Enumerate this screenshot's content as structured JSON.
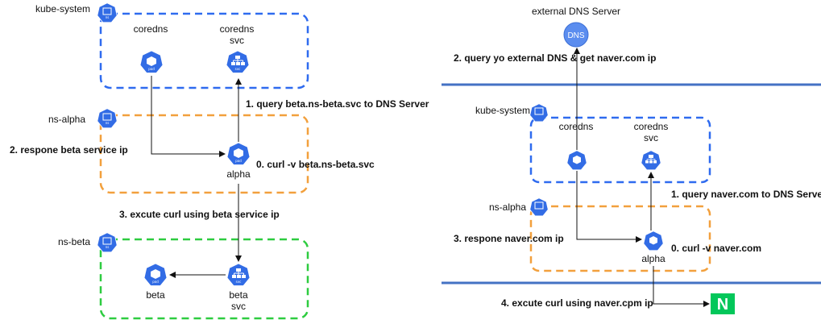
{
  "colors": {
    "k8s_blue": "#326CE5",
    "ns_kube": "#2F6BEF",
    "ns_alpha": "#F2A03D",
    "ns_beta": "#2ECC40",
    "divider": "#4472C4",
    "naver_green": "#03C75A"
  },
  "left": {
    "ns_kube_system": "kube-system",
    "ns_alpha": "ns-alpha",
    "ns_beta": "ns-beta",
    "coredns_label": "coredns",
    "coredns_svc_label_1": "coredns",
    "coredns_svc_label_2": "svc",
    "alpha_label": "alpha",
    "beta_label": "beta",
    "beta_svc_label_1": "beta",
    "beta_svc_label_2": "svc",
    "step1": "1. query beta.ns-beta.svc to DNS Server",
    "step2": "2. respone beta service ip",
    "step0": "0. curl -v beta.ns-beta.svc",
    "step3": "3. excute curl using beta service ip"
  },
  "right": {
    "external_dns_label": "external DNS Server",
    "dns_icon_text": "DNS",
    "ns_kube_system": "kube-system",
    "ns_alpha": "ns-alpha",
    "coredns_label": "coredns",
    "coredns_svc_label_1": "coredns",
    "coredns_svc_label_2": "svc",
    "alpha_label": "alpha",
    "step2": "2. query yo external DNS & get naver.com ip",
    "step1": "1. query naver.com to DNS Server",
    "step3": "3. respone naver.com ip",
    "step0": "0. curl -v naver.com",
    "step4": "4. excute curl using naver.cpm ip",
    "naver_logo_text": "N"
  },
  "icons": {
    "pod_text": "pod",
    "svc_text": "svc",
    "ns_text": "ns"
  }
}
